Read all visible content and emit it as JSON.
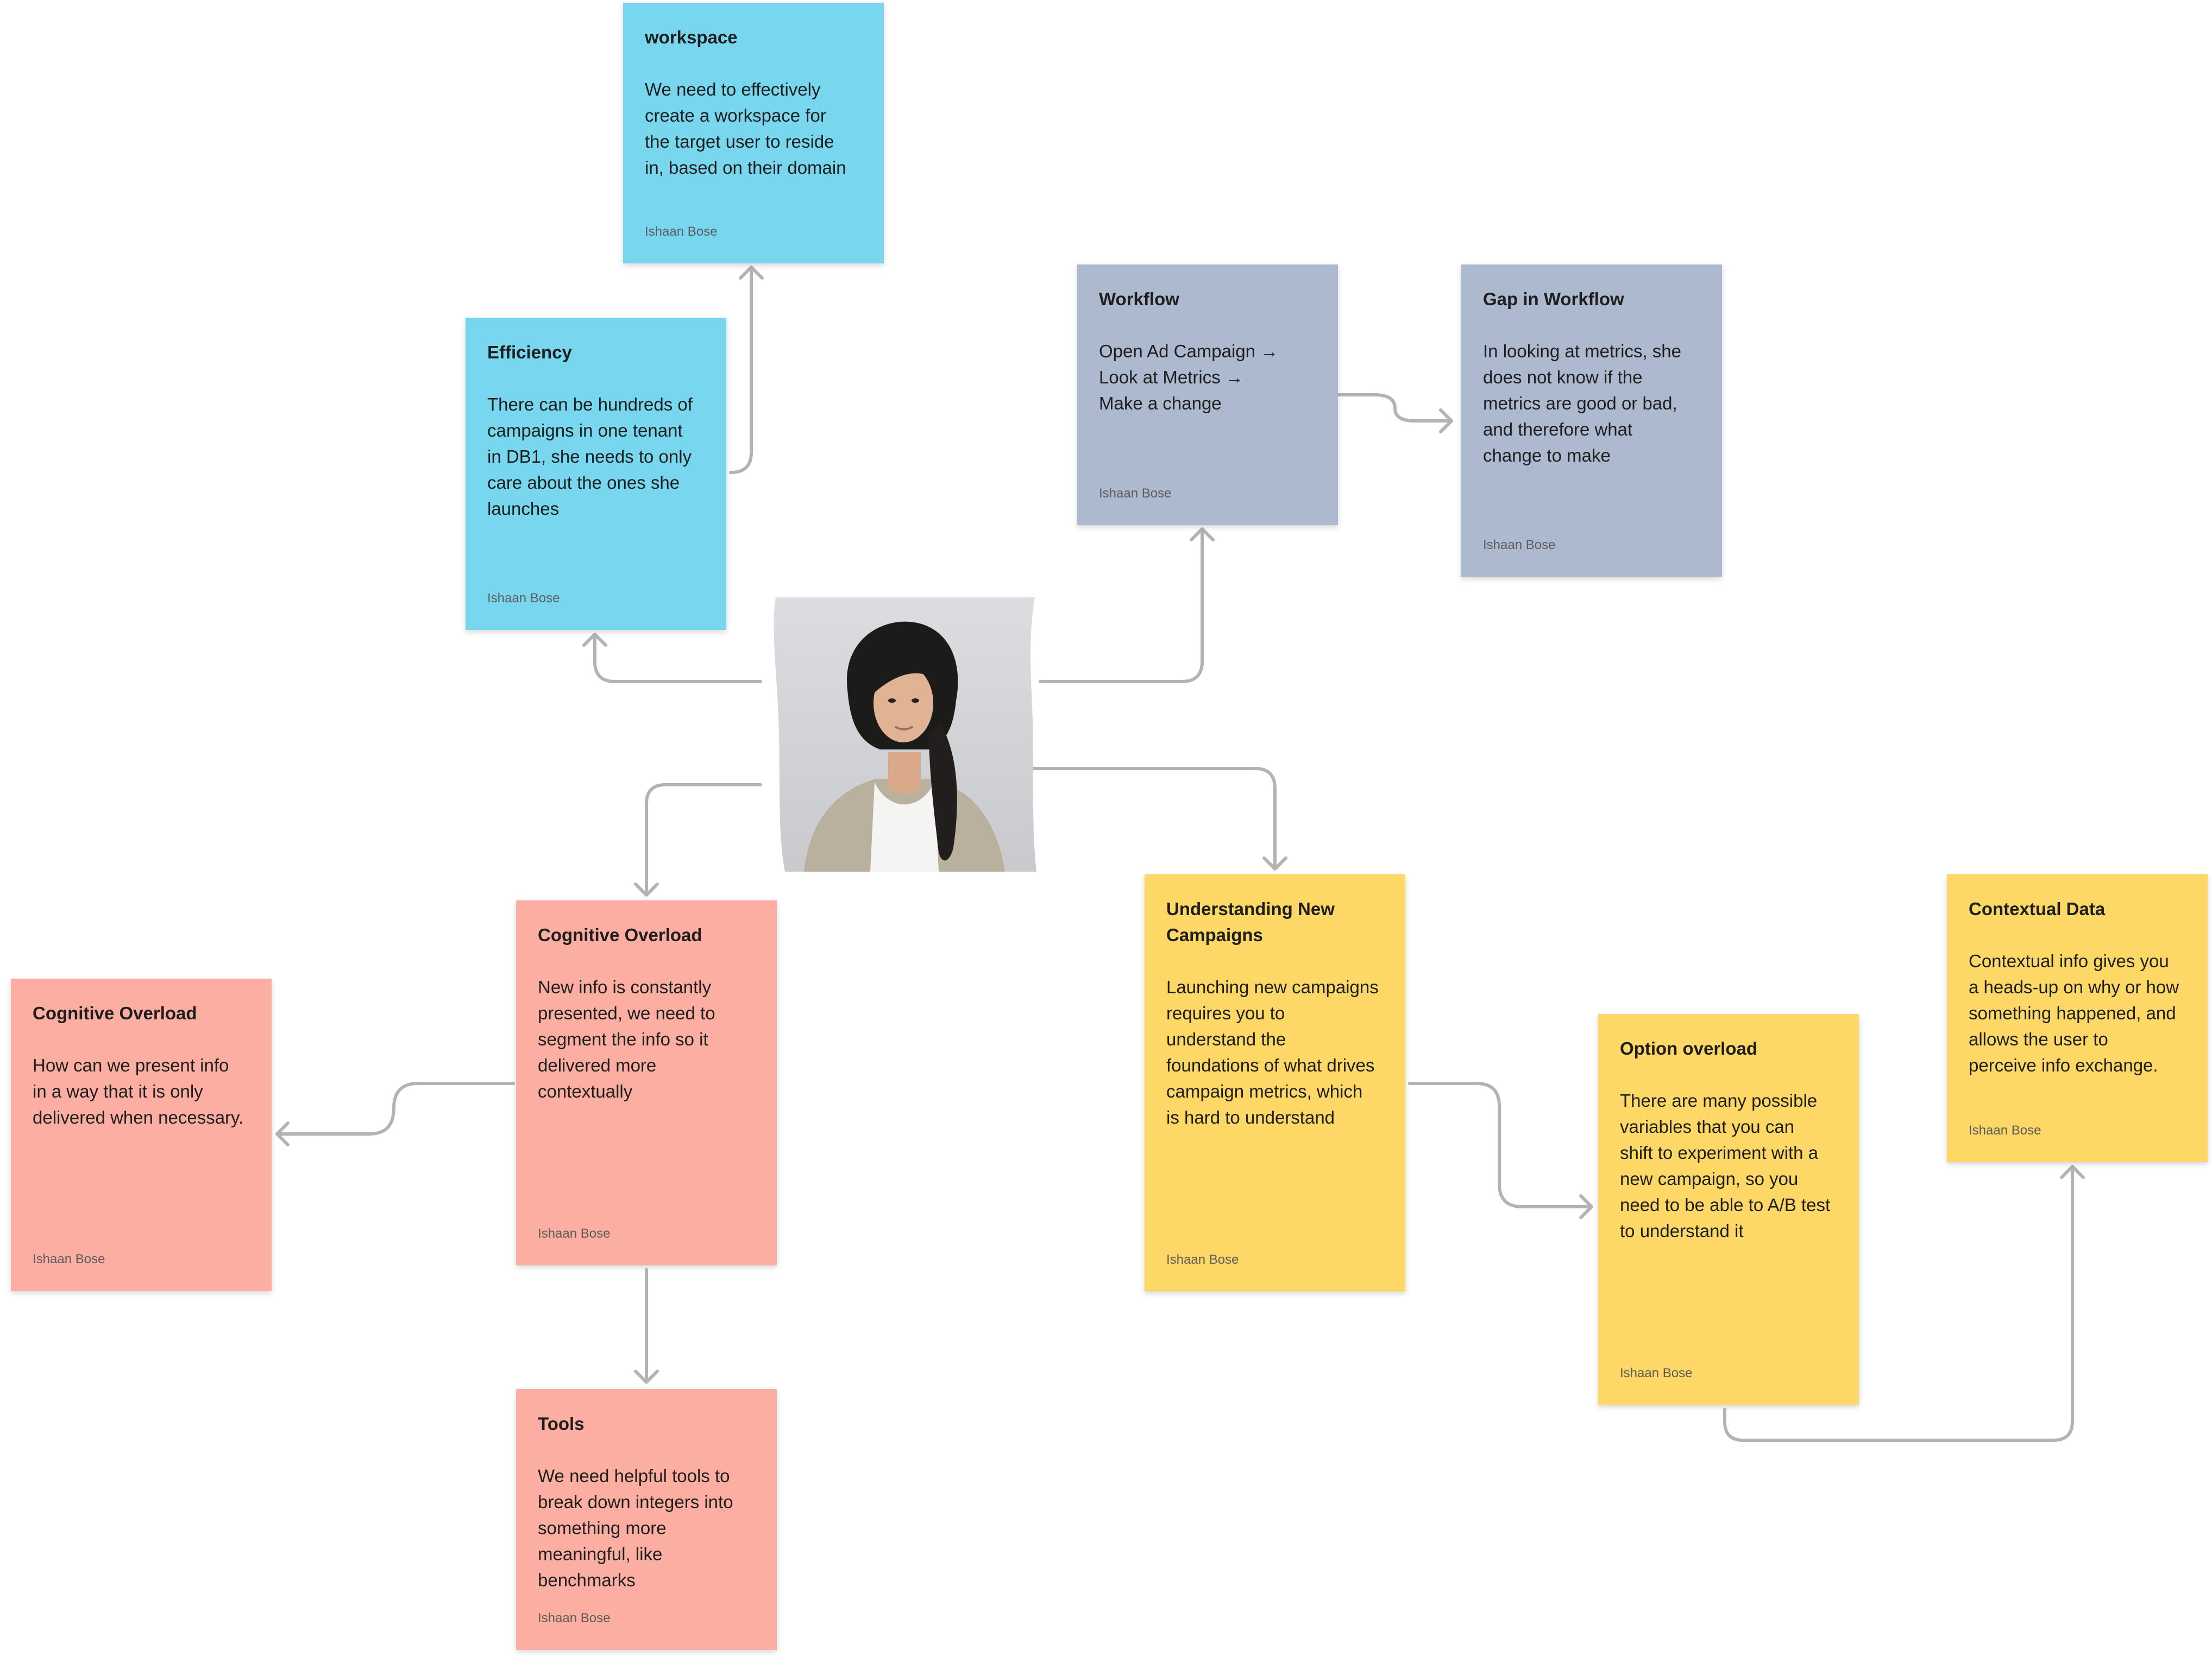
{
  "author": "Ishaan Bose",
  "colors": {
    "blue": "#78d7ef",
    "gray": "#adb9cf",
    "red": "#fdaea2",
    "yellow": "#fdd866",
    "connector": "#b3b3b3"
  },
  "persona": {
    "icon": "persona-photo"
  },
  "notes": {
    "workspace": {
      "title": "workspace",
      "body": "We need to effectively\ncreate a workspace for\nthe target user to reside\nin, based on their domain"
    },
    "efficiency": {
      "title": "Efficiency",
      "body": "There can be hundreds of\ncampaigns in one tenant\nin DB1, she needs to only\ncare about the ones she\nlaunches"
    },
    "workflow": {
      "title": "Workflow",
      "body": "Open Ad Campaign →\nLook at Metrics →\nMake a change"
    },
    "gap_in_workflow": {
      "title": "Gap in Workflow",
      "body": "In looking at metrics, she\ndoes not know if the\nmetrics are good or bad,\nand therefore what\nchange to make"
    },
    "cognitive_overload_left": {
      "title": "Cognitive Overload",
      "body": "How can we present info\nin a way that it is only\ndelivered when necessary."
    },
    "cognitive_overload_center": {
      "title": "Cognitive Overload",
      "body": "New info is constantly\npresented, we need to\nsegment the info so it\ndelivered more\ncontextually"
    },
    "tools": {
      "title": "Tools",
      "body": "We need helpful tools to\nbreak down integers into\nsomething more\nmeaningful, like\nbenchmarks"
    },
    "understanding_new_campaigns": {
      "title": "Understanding New\nCampaigns",
      "body": "Launching new campaigns\nrequires you to\nunderstand the\nfoundations of what drives\ncampaign metrics, which\nis hard to understand"
    },
    "option_overload": {
      "title": "Option overload",
      "body": "There are many possible\nvariables that you can\nshift to experiment with a\nnew campaign, so you\nneed to be able to A/B test\nto understand it"
    },
    "contextual_data": {
      "title": "Contextual Data",
      "body": "Contextual info gives you\na heads-up on why or how\nsomething happened, and\nallows the user to\nperceive info exchange."
    }
  }
}
